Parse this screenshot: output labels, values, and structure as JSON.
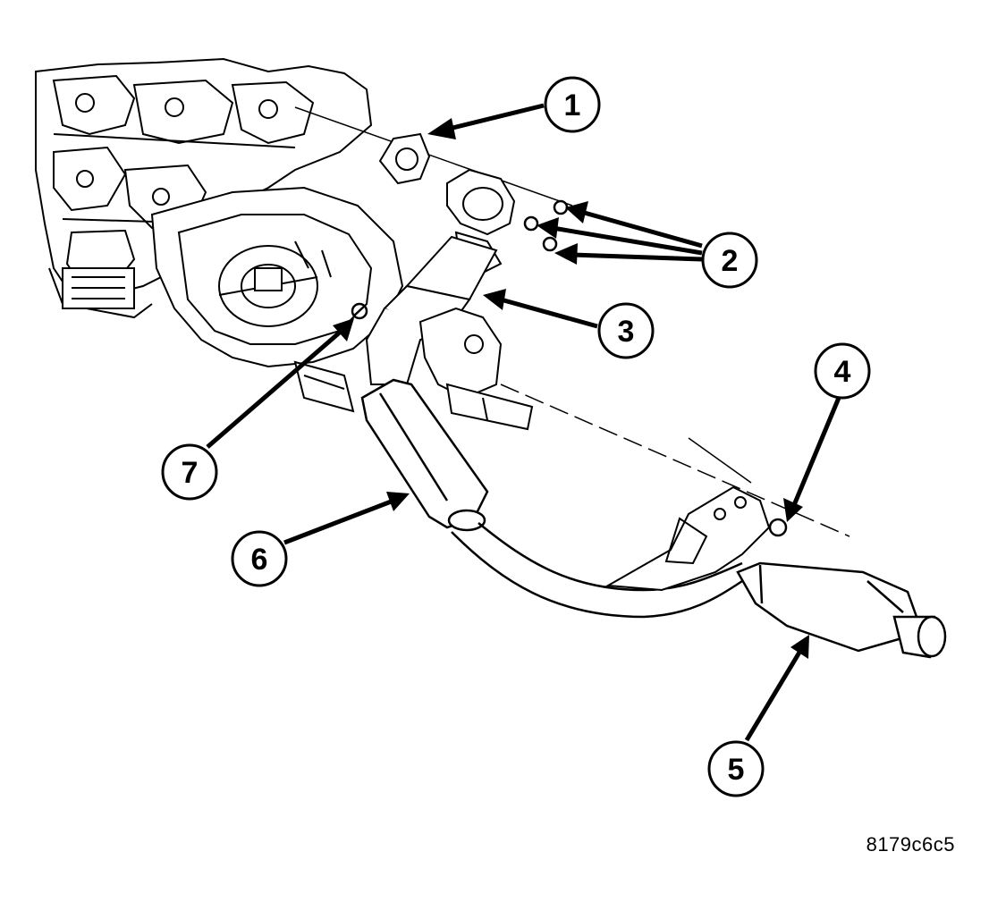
{
  "figure_code": "8179c6c5",
  "callouts": [
    {
      "label": "1"
    },
    {
      "label": "2"
    },
    {
      "label": "3"
    },
    {
      "label": "4"
    },
    {
      "label": "5"
    },
    {
      "label": "6"
    },
    {
      "label": "7"
    }
  ],
  "colors": {
    "line": "#000000",
    "fill": "#ffffff",
    "shade": "#d9d9d9"
  }
}
